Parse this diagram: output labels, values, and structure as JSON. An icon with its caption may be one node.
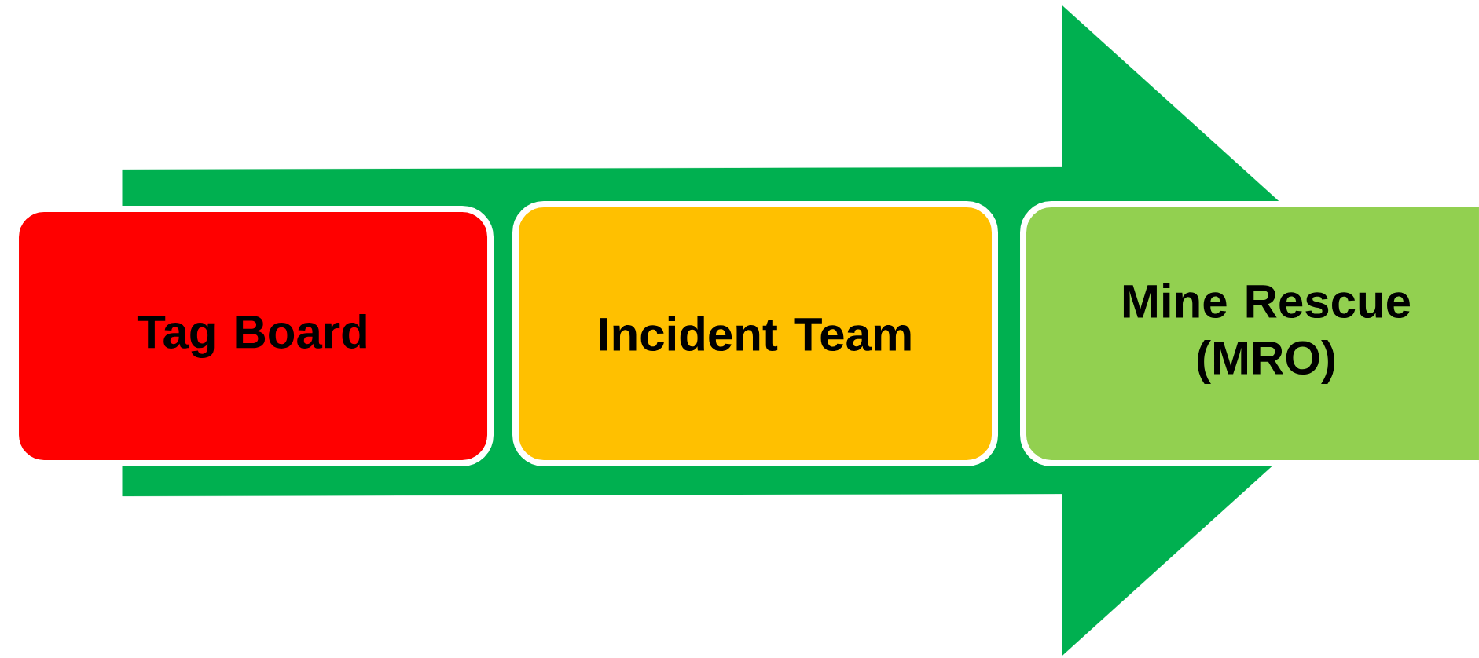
{
  "diagram": {
    "nodes": [
      {
        "text": [
          "Tag Board"
        ]
      },
      {
        "text": [
          "Incident Team"
        ]
      },
      {
        "text": [
          "Mine Rescue (MRO)"
        ]
      }
    ],
    "edges": [
      {
        "from": 0,
        "to": 2,
        "arrow": "to"
      }
    ]
  }
}
